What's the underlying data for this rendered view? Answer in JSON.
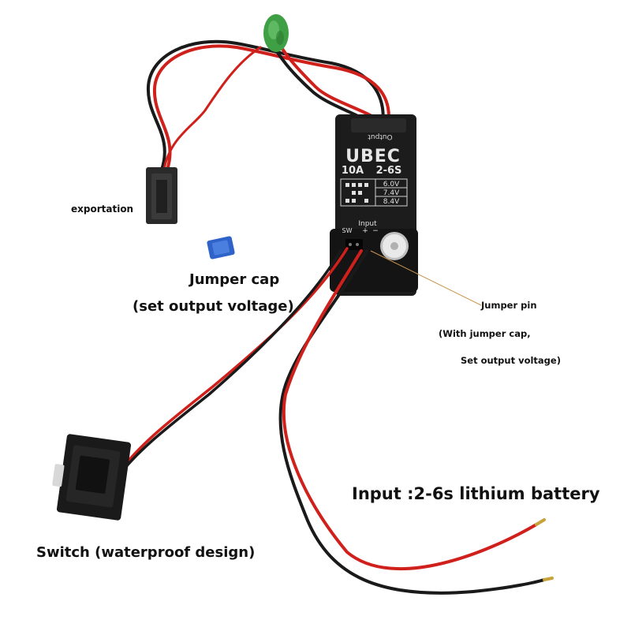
{
  "module": {
    "brand": "UBEC",
    "rating": "10A",
    "cells": "2-6S",
    "output_port": "Output",
    "input_port": "Input",
    "sw_port": "SW",
    "plus": "+",
    "minus": "−",
    "voltages": [
      "6.0V",
      "7.4V",
      "8.4V"
    ],
    "body_color": "#1c1c1c",
    "text_color": "#d8d8d8"
  },
  "labels": {
    "exportation": "exportation",
    "jumper_cap": "Jumper cap",
    "jumper_cap_note": "(set output voltage)",
    "jumper_pin": "Jumper pin",
    "jumper_pin_note1": "(With jumper cap,",
    "jumper_pin_note2": "Set output voltage)",
    "input": "Input :2-6s lithium battery",
    "switch": "Switch (waterproof design)"
  },
  "colors": {
    "wire_red": "#d0201c",
    "wire_black": "#1a1a1a",
    "ferrite": "#3f9f45",
    "jumper_cap": "#2f63c9",
    "annotation_line": "#c9934a"
  }
}
